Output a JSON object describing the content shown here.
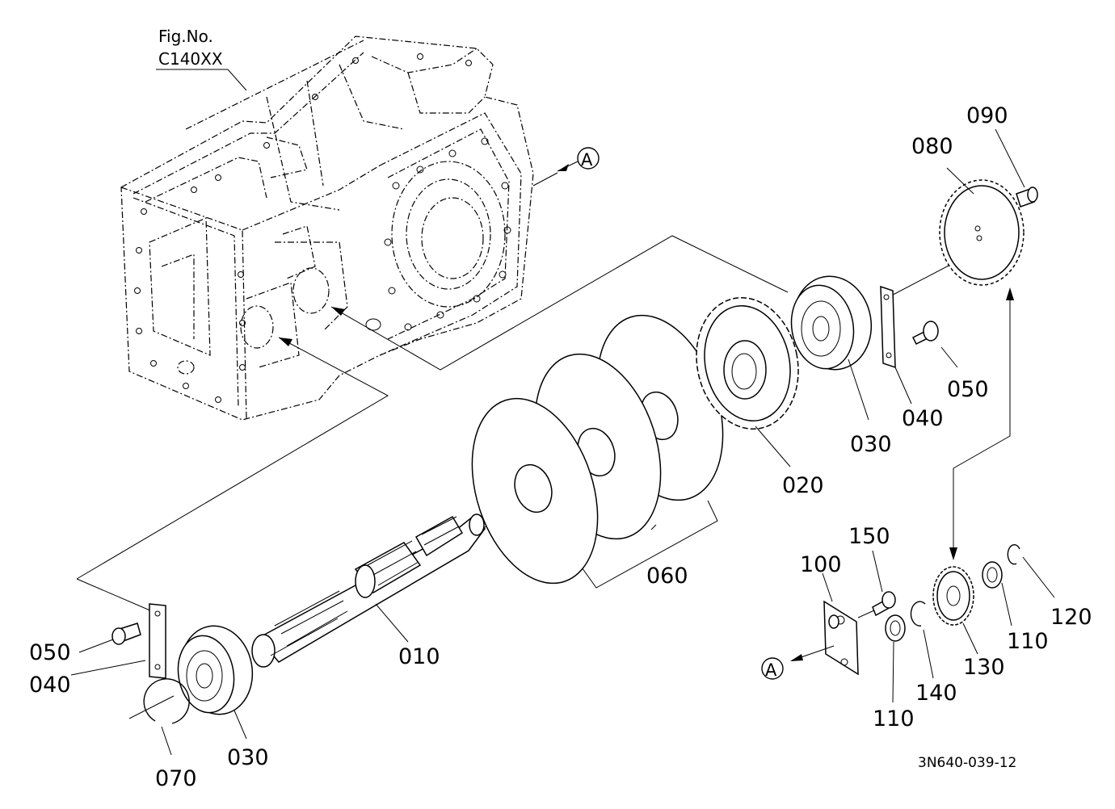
{
  "figure": {
    "fig_no_label": "Fig.No.",
    "fig_no_value": "C140XX",
    "drawing_code": "3N640-039-12",
    "ref_marker": "A"
  },
  "parts": {
    "p010": "010",
    "p020": "020",
    "p030_top": "030",
    "p030_bottom": "030",
    "p040_top": "040",
    "p040_left": "040",
    "p050_top": "050",
    "p050_left": "050",
    "p060": "060",
    "p070": "070",
    "p080": "080",
    "p090": "090",
    "p100": "100",
    "p110_right": "110",
    "p110_bottom": "110",
    "p120": "120",
    "p130": "130",
    "p140": "140",
    "p150": "150"
  }
}
